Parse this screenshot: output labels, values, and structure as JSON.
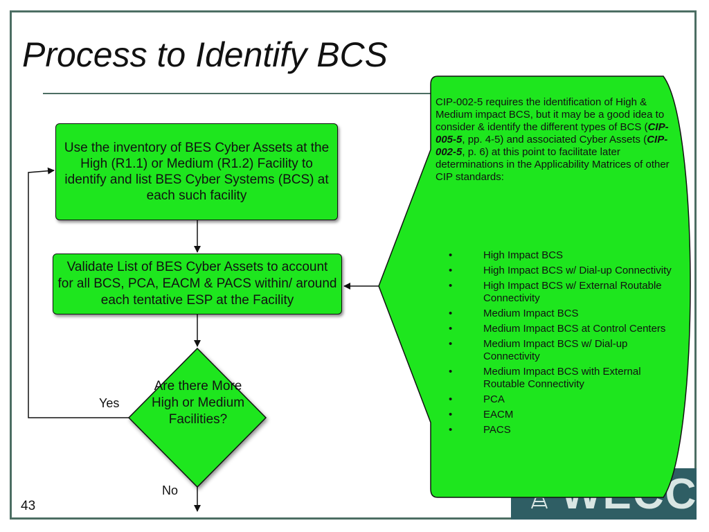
{
  "slide": {
    "title": "Process to Identify BCS",
    "page_number": "43",
    "logo_text": "WECC"
  },
  "flowchart": {
    "box1": "Use the inventory of BES Cyber Assets at the High (R1.1) or Medium (R1.2) Facility to identify and list BES Cyber Systems (BCS) at each such facility",
    "box2": "Validate List of BES Cyber Assets to account for all BCS, PCA, EACM & PACS within/ around each tentative ESP at the Facility",
    "decision": "Are there More High or Medium Facilities?",
    "yes_label": "Yes",
    "no_label": "No"
  },
  "callout": {
    "intro_1": "CIP-002-5 requires the identification of High & Medium impact BCS, but it may be a good idea to consider & identify the different types of BCS (",
    "ref_1": "CIP-005-5",
    "intro_2": ", pp. 4-5) and associated Cyber Assets (",
    "ref_2": "CIP-002-5",
    "intro_3": ", p. 6) at this point to facilitate later determinations in the Applicability Matrices of other CIP standards:",
    "items": [
      "High Impact BCS",
      "High Impact BCS w/ Dial-up Connectivity",
      "High Impact BCS w/ External Routable Connectivity",
      "Medium Impact BCS",
      "Medium Impact BCS at Control Centers",
      "Medium Impact BCS w/ Dial-up Connectivity",
      "Medium Impact BCS with External Routable Connectivity",
      "PCA",
      "EACM",
      "PACS"
    ]
  },
  "colors": {
    "shape_fill": "#1ee61e",
    "frame": "#4c6e63",
    "logo_bg": "#2f5e64"
  }
}
